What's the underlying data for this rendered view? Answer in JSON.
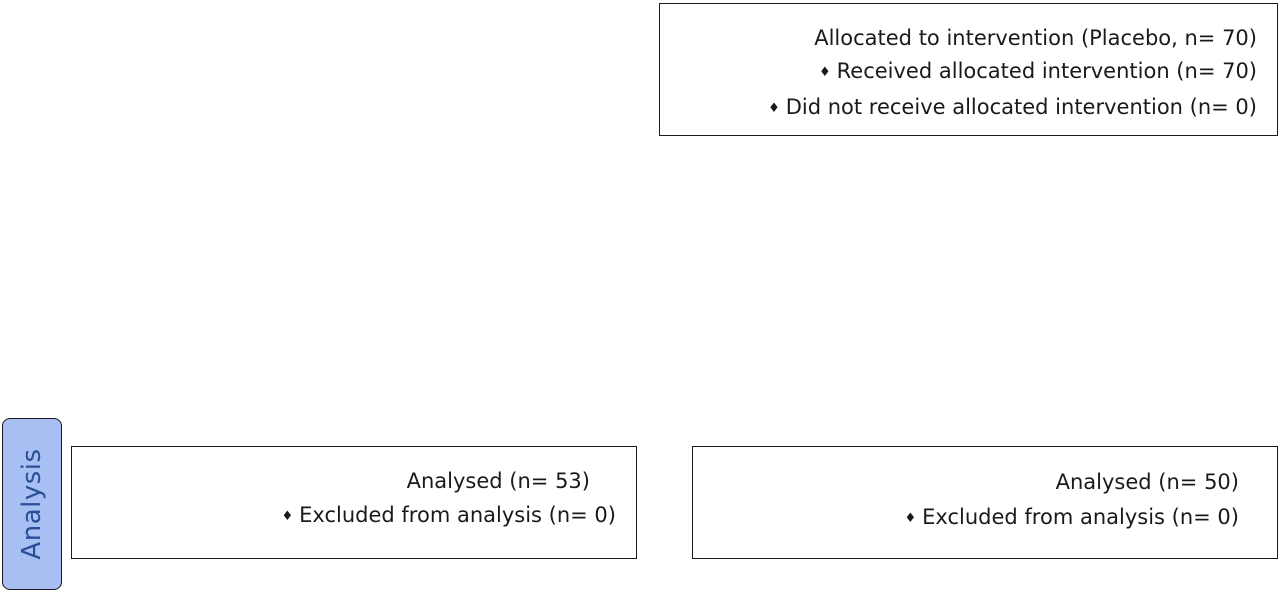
{
  "allocation_box": {
    "title": "Allocated to intervention (Placebo, n= 70)",
    "bullet_symbol": "♦",
    "items": [
      "Received allocated intervention (n= 70)",
      "Did not receive allocated intervention (n= 0)"
    ]
  },
  "stage_label": "Analysis",
  "analysis_left": {
    "title": "Analysed (n= 53)",
    "bullet_symbol": "♦",
    "items": [
      "Excluded from analysis (n= 0)"
    ]
  },
  "analysis_right": {
    "title": "Analysed (n= 50)",
    "bullet_symbol": "♦",
    "items": [
      "Excluded from analysis (n= 0)"
    ]
  },
  "colors": {
    "stage_label_fill": "#a7bff2",
    "stage_label_text": "#2a4f96",
    "border": "#1a1a1a"
  }
}
